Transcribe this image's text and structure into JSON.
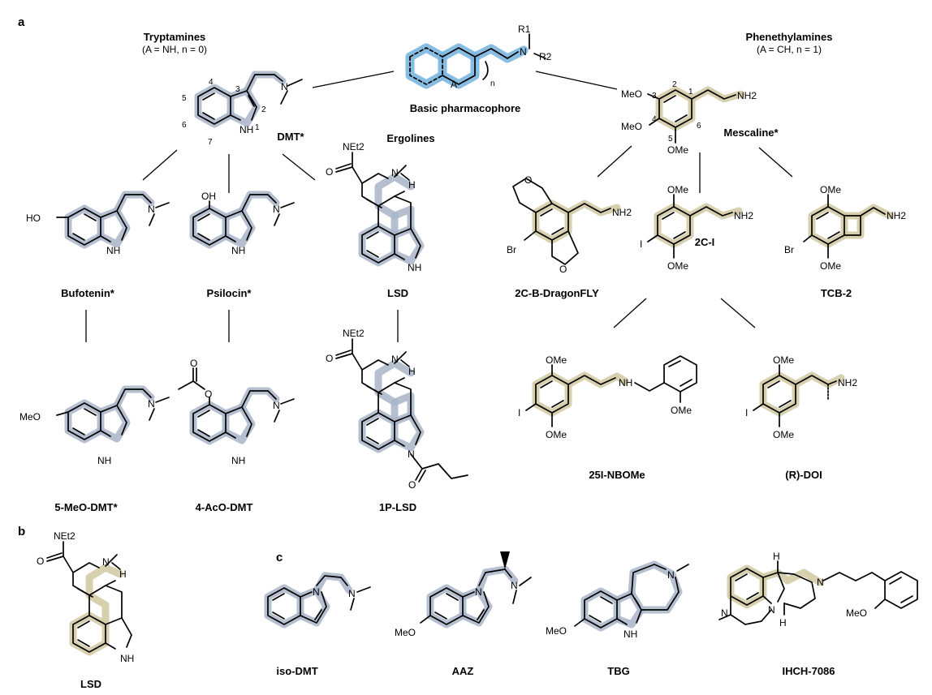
{
  "panels": {
    "a": "a",
    "b": "b",
    "c": "c"
  },
  "classes": {
    "tryptamines": "Tryptamines",
    "tryptamines_def": "(A = NH, n = 0)",
    "phenethylamines": "Phenethylamines",
    "phenethylamines_def": "(A = CH, n = 1)",
    "ergolines": "Ergolines",
    "pharmacophore": "Basic pharmacophore"
  },
  "compounds": {
    "dmt": "DMT*",
    "mescaline": "Mescaline*",
    "bufotenin": "Bufotenin*",
    "psilocin": "Psilocin*",
    "lsd": "LSD",
    "dragonfly": "2C-B-DragonFLY",
    "c2i": "2C-I",
    "tcb2": "TCB-2",
    "meodmt": "5-MeO-DMT*",
    "acodmt": "4-AcO-DMT",
    "p1lsd": "1P-LSD",
    "nbome": "25I-NBOMe",
    "doi": "(R)-DOI",
    "lsd_b": "LSD",
    "isodmt": "iso-DMT",
    "aaz": "AAZ",
    "tbg": "TBG",
    "ihch": "IHCH-7086"
  },
  "atoms": {
    "nh": "NH",
    "n": "N",
    "h": "H",
    "ho": "HO",
    "oh": "OH",
    "o": "O",
    "neet2": "NEt2",
    "nh2": "NH2",
    "meo": "MeO",
    "ome": "OMe",
    "br": "Br",
    "i": "I",
    "r1": "R1",
    "r2": "R2",
    "a": "A",
    "n_sub": "n"
  },
  "ring_numbers": [
    "1",
    "2",
    "3",
    "4",
    "5",
    "6",
    "7"
  ],
  "colors": {
    "tryptamine_highlight": "#a8b4c8",
    "phenethylamine_highlight": "#d3cba6",
    "pharmacophore_highlight": "#7bb6e0"
  }
}
